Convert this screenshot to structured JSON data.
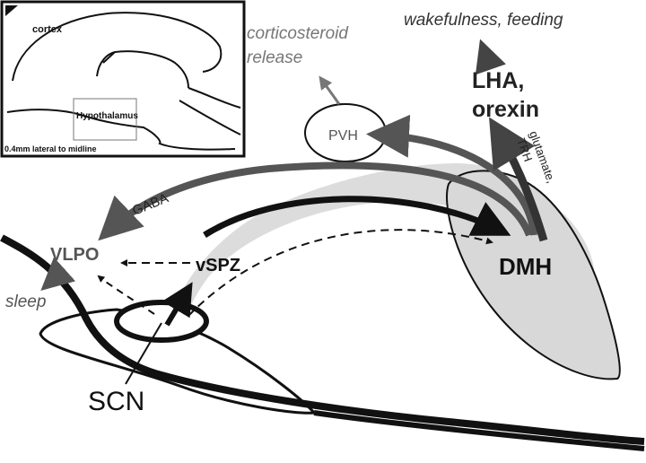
{
  "inset": {
    "cortex": "cortex",
    "hypothalamus": "Hypothalamus",
    "caption": "0.4mm lateral to midline"
  },
  "regions": {
    "vlpo": "VLPO",
    "vspz": "vSPZ",
    "scn": "SCN",
    "dmh": "DMH",
    "pvh": "PVH",
    "lha_line1": "LHA,",
    "lha_line2": "orexin"
  },
  "outputs": {
    "sleep": "sleep",
    "corticosteroid_line1": "corticosteroid",
    "corticosteroid_line2": "release",
    "wakefulness": "wakefulness, feeding"
  },
  "pathways": {
    "gaba": "GABA",
    "glutamate": "glutamate,",
    "trh": "TRH"
  },
  "colors": {
    "shaded_region": "#dcdcdc",
    "dark_arrow": "#222222",
    "grey_arrow": "#555555",
    "light_text": "#777777"
  }
}
